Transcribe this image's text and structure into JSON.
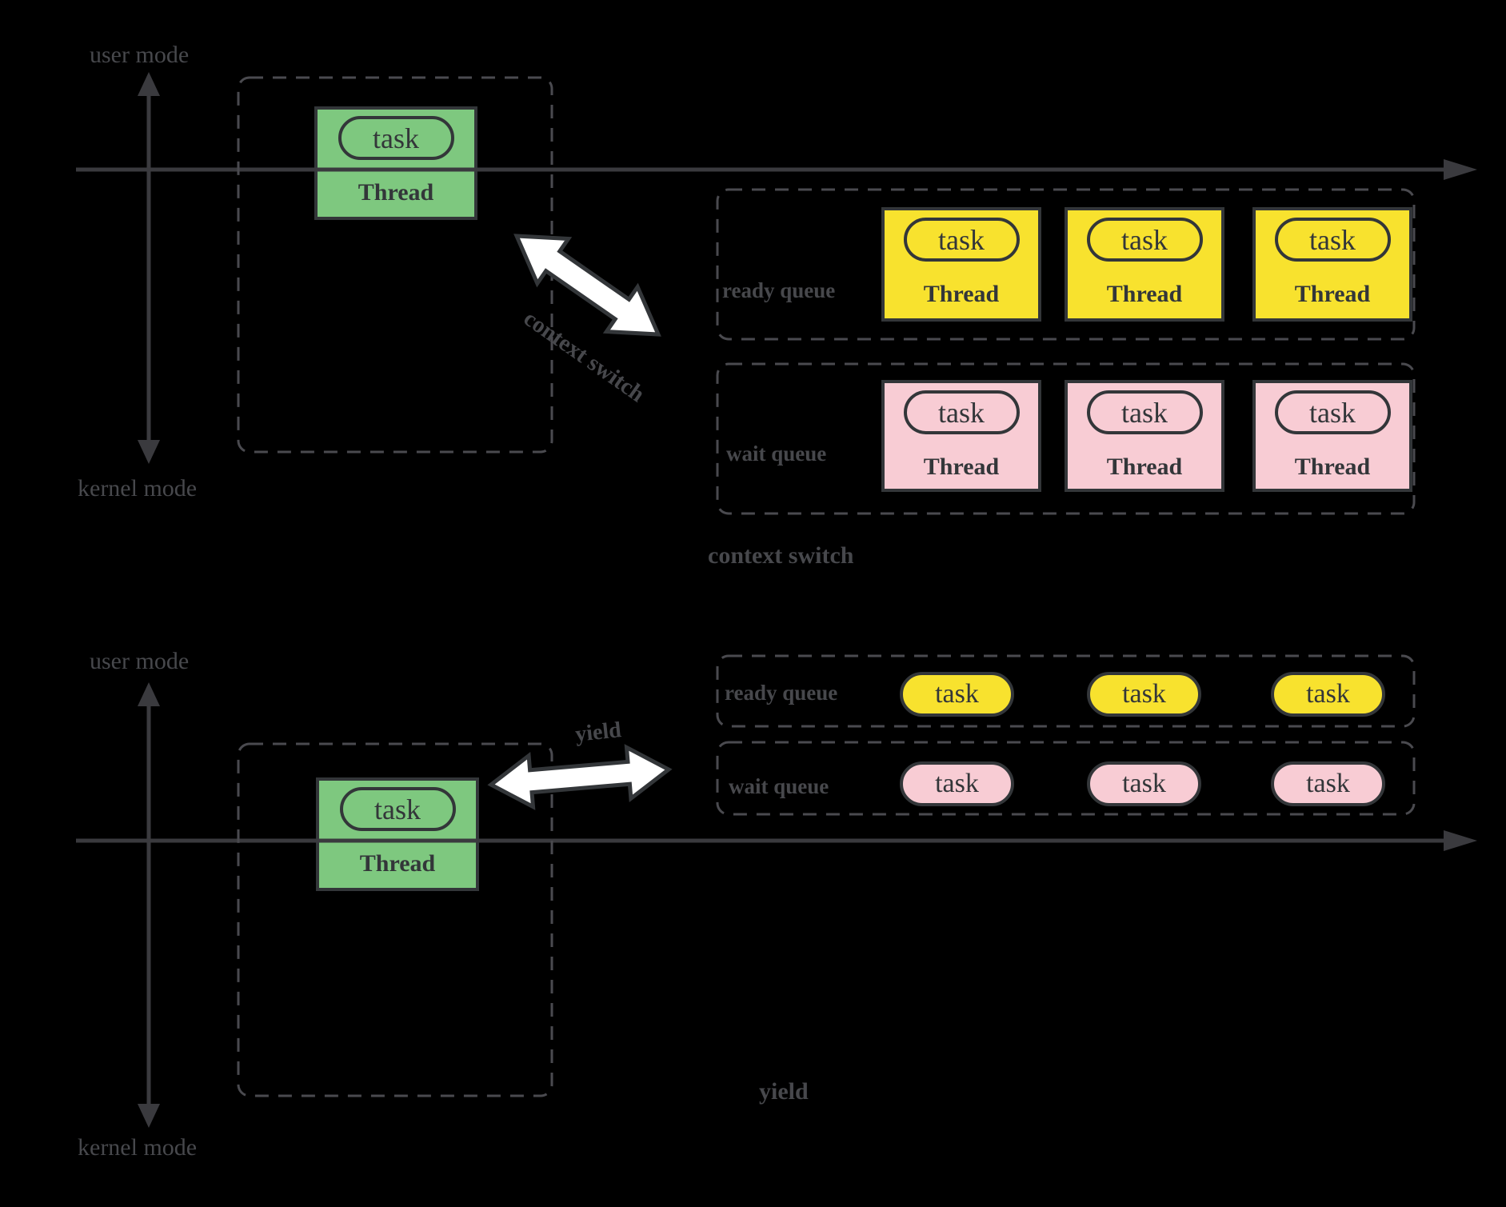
{
  "colors": {
    "background": "#000000",
    "running": "#7ec87f",
    "ready": "#f8e22e",
    "wait": "#f8ccd4",
    "ink": "#333639",
    "line": "#3a3a3e",
    "dash": "#4a4a4f",
    "label": "#47484c"
  },
  "diagrams": [
    {
      "caption": "context switch",
      "arrow_label": "context switch",
      "axis": {
        "user_mode": "user mode",
        "kernel_mode": "kernel mode"
      },
      "running_thread": {
        "task": "task",
        "name": "Thread"
      },
      "ready_queue": {
        "label": "ready queue",
        "threads": [
          {
            "task": "task",
            "name": "Thread"
          },
          {
            "task": "task",
            "name": "Thread"
          },
          {
            "task": "task",
            "name": "Thread"
          }
        ]
      },
      "wait_queue": {
        "label": "wait queue",
        "threads": [
          {
            "task": "task",
            "name": "Thread"
          },
          {
            "task": "task",
            "name": "Thread"
          },
          {
            "task": "task",
            "name": "Thread"
          }
        ]
      }
    },
    {
      "caption": "yield",
      "arrow_label": "yield",
      "axis": {
        "user_mode": "user mode",
        "kernel_mode": "kernel mode"
      },
      "running_thread": {
        "task": "task",
        "name": "Thread"
      },
      "ready_queue": {
        "label": "ready queue",
        "tasks": [
          "task",
          "task",
          "task"
        ]
      },
      "wait_queue": {
        "label": "wait queue",
        "tasks": [
          "task",
          "task",
          "task"
        ]
      }
    }
  ]
}
